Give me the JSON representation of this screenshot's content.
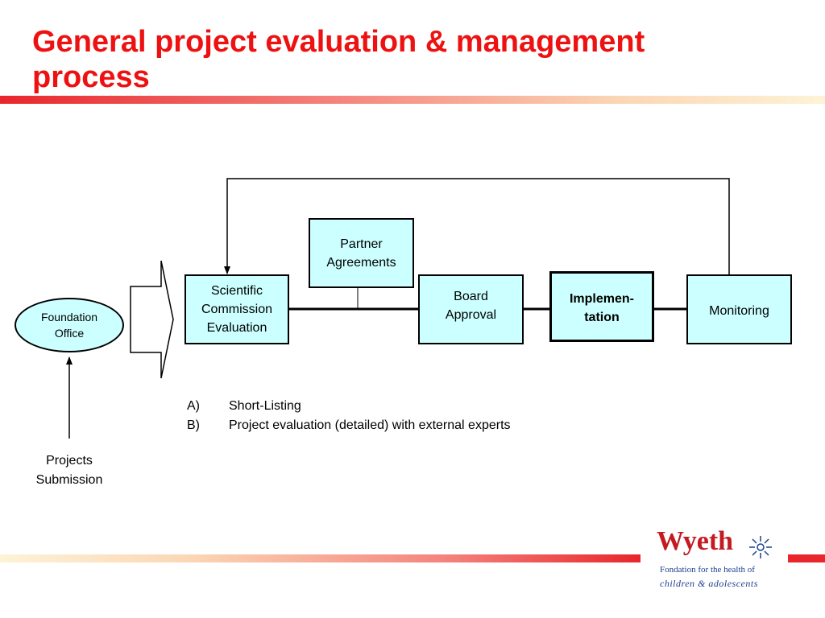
{
  "title": {
    "line1": "General project evaluation & management",
    "line2": "process"
  },
  "nodes": {
    "foundation_office": {
      "line1": "Foundation",
      "line2": "Office"
    },
    "projects_submission": {
      "line1": "Projects",
      "line2": "Submission"
    },
    "scientific_commission": {
      "line1": "Scientific",
      "line2": "Commission",
      "line3": "Evaluation"
    },
    "partner_agreements": {
      "line1": "Partner",
      "line2": "Agreements"
    },
    "board_approval": {
      "line1": "Board",
      "line2": "Approval"
    },
    "implementation": {
      "line1": "Implemen-",
      "line2": "tation"
    },
    "monitoring": {
      "label": "Monitoring"
    }
  },
  "notes": [
    {
      "marker": "A)",
      "text": "Short-Listing"
    },
    {
      "marker": "B)",
      "text": "Project evaluation (detailed) with external experts"
    }
  ],
  "logo": {
    "brand": "Wyeth",
    "line1": "Fondation for the health of",
    "line2": "children & adolescents"
  },
  "colors": {
    "title": "#ee1111",
    "node_fill": "#ccffff",
    "band_red": "#e8262b",
    "band_light": "#fdf3d6",
    "logo_red": "#c41a21",
    "logo_blue": "#1c3f8f"
  }
}
